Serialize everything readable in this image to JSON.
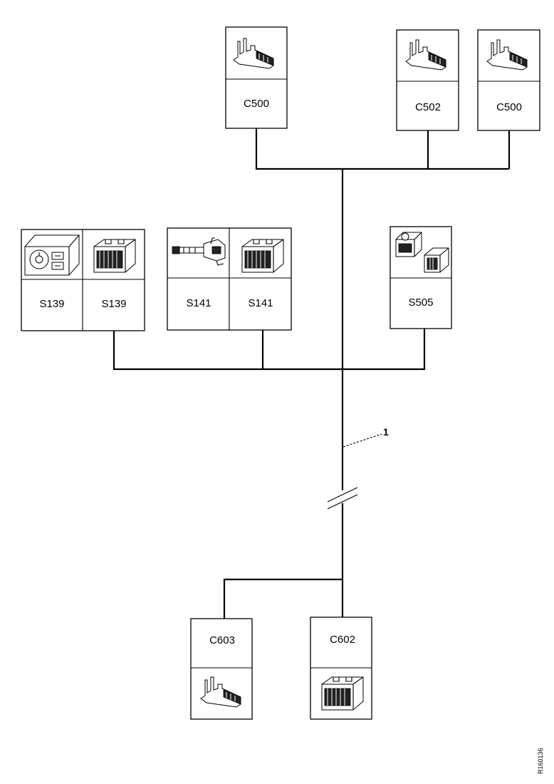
{
  "connectors": {
    "c500_top": "C500",
    "c502": "C502",
    "c500_right": "C500",
    "s139_left": "S139",
    "s139_right": "S139",
    "s141_left": "S141",
    "s141_right": "S141",
    "s505": "S505",
    "c603": "C603",
    "c602": "C602"
  },
  "callout": "1",
  "figure_code": "R160136",
  "icons": {
    "terminal": "terminal-pin-icon",
    "connector_block": "connector-block-icon",
    "light_switch": "light-switch-icon",
    "stalk_switch": "stalk-switch-icon",
    "switch_pack": "switch-pack-icon"
  }
}
